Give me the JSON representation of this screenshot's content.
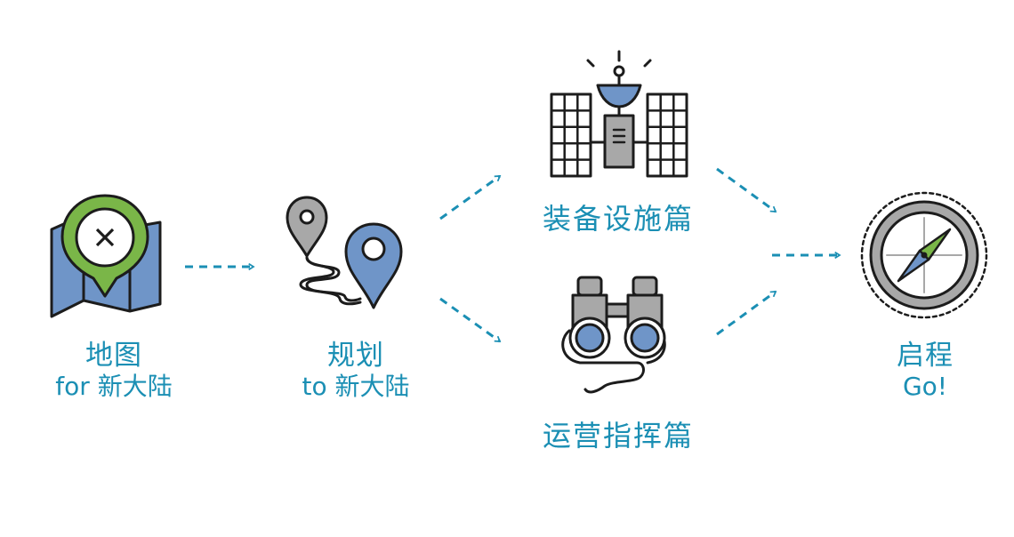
{
  "colors": {
    "accent_blue": "#1b8fb4",
    "icon_blue": "#6f95c8",
    "icon_green": "#7ab648",
    "icon_gray": "#a8a8a8",
    "outline": "#1c1c1c"
  },
  "steps": {
    "map": {
      "title": "地图",
      "subtitle": "for 新大陆",
      "icon": "map-pin-icon"
    },
    "plan": {
      "title": "规划",
      "subtitle": "to 新大陆",
      "icon": "route-icon"
    },
    "equip": {
      "title": "装备设施篇",
      "icon": "satellite-icon"
    },
    "ops": {
      "title": "运营指挥篇",
      "icon": "binoculars-icon"
    },
    "go": {
      "title": "启程",
      "subtitle": "Go!",
      "icon": "compass-icon"
    }
  }
}
